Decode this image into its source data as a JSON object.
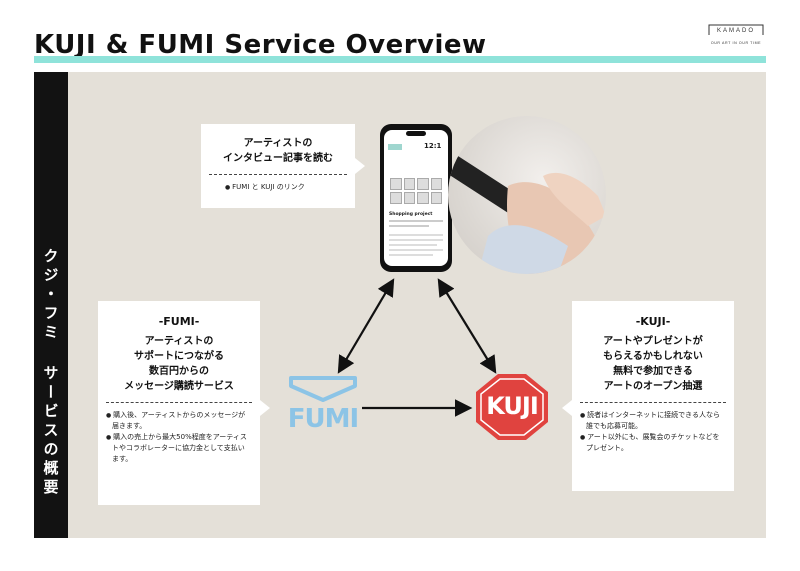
{
  "header": {
    "title": "KUJI & FUMI Service Overview",
    "logo_name": "KAMADO",
    "logo_tagline": "OUR ART IN OUR TIME",
    "accent_color": "#8fe3da"
  },
  "side_label": "クジ・フミ サービスの概要",
  "interview_box": {
    "title_line1": "アーティストの",
    "title_line2": "インタビュー記事を読む",
    "note": "FUMI と KUJI のリンク"
  },
  "fumi_box": {
    "heading": "-FUMI-",
    "line1": "アーティストの",
    "line2": "サポートにつながる",
    "line3": "数百円からの",
    "line4": "メッセージ購読サービス",
    "note1": "購入後、アーティストからのメッセージが届きます。",
    "note2": "購入の売上から最大50%程度をアーティストやコラボレーターに協力金として支払います。"
  },
  "kuji_box": {
    "heading": "-KUJI-",
    "line1": "アートやプレゼントが",
    "line2": "もらえるかもしれない",
    "line3": "無料で参加できる",
    "line4": "アートのオープン抽選",
    "note1": "読者はインターネットに接続できる人なら誰でも応募可能。",
    "note2": "アート以外にも、展覧会のチケットなどをプレゼント。"
  },
  "logos": {
    "fumi": "FUMI",
    "kuji": "KUJI",
    "fumi_color": "#8cc4e6",
    "kuji_color": "#e0433f"
  },
  "phone": {
    "time": "12:1",
    "article_title": "Shopping project"
  }
}
